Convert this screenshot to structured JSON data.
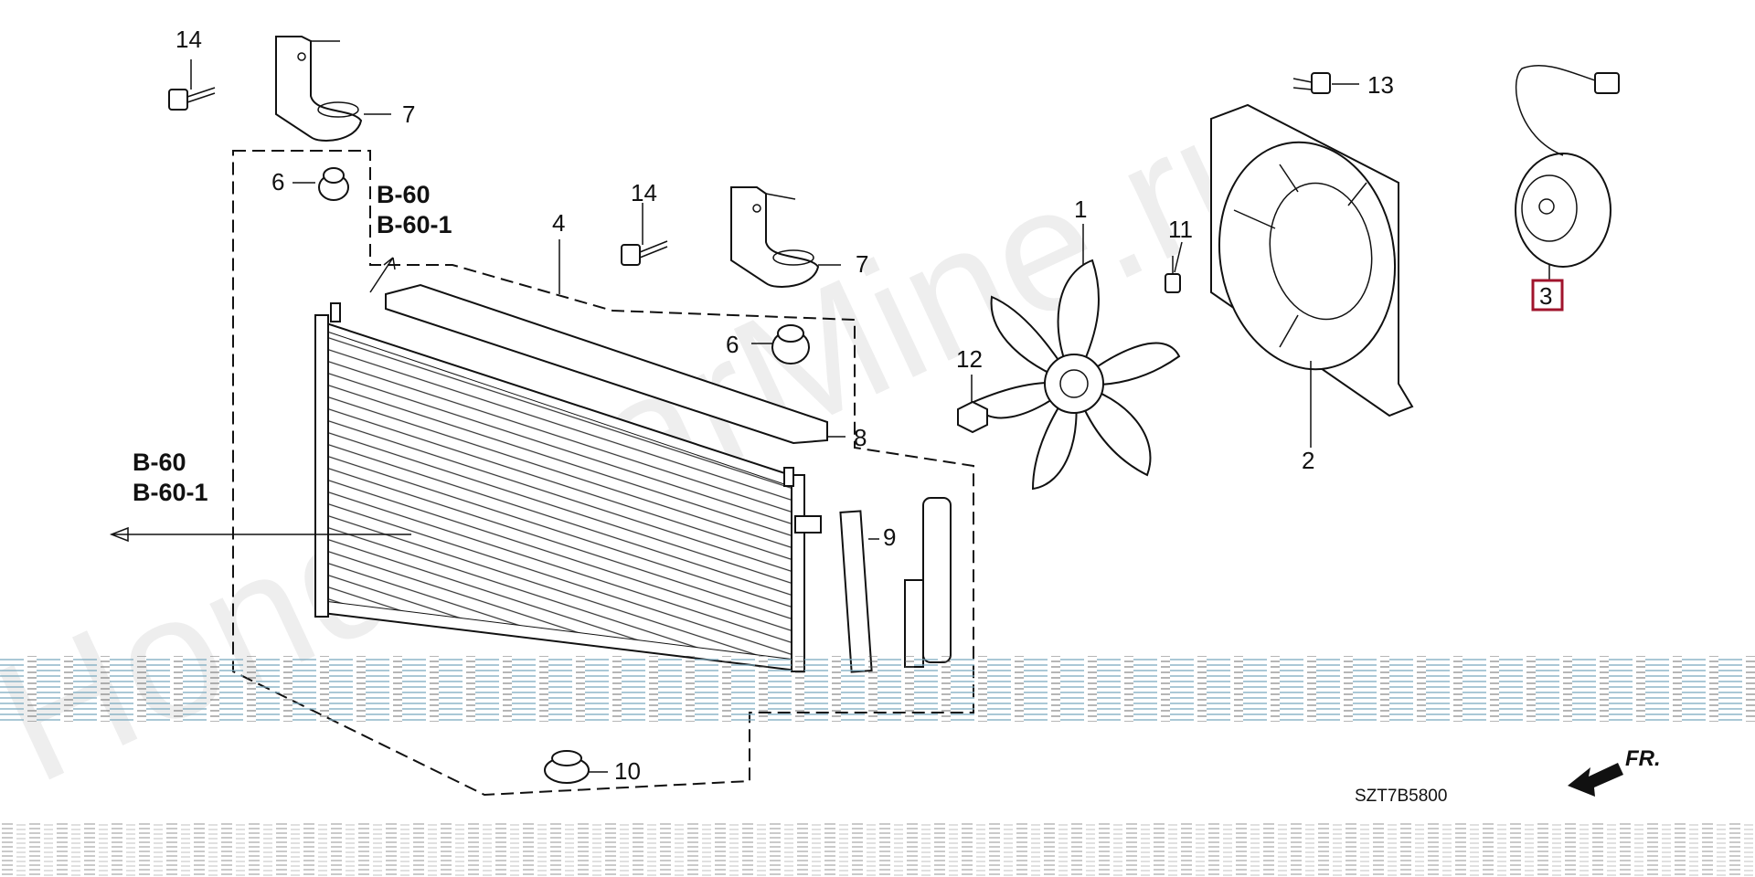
{
  "watermark": "Honda-carMine.ru",
  "diagram_code": "SZT7B5800",
  "front_marker": "FR.",
  "highlight_color": "#a0142c",
  "callouts": {
    "c1": "1",
    "c2": "2",
    "c3": "3",
    "c4": "4",
    "c6a": "6",
    "c6b": "6",
    "c7a": "7",
    "c7b": "7",
    "c8": "8",
    "c9": "9",
    "c10": "10",
    "c11": "11",
    "c12": "12",
    "c13": "13",
    "c14a": "14",
    "c14b": "14"
  },
  "references": {
    "top_line1": "B-60",
    "top_line2": "B-60-1",
    "left_line1": "B-60",
    "left_line2": "B-60-1"
  }
}
